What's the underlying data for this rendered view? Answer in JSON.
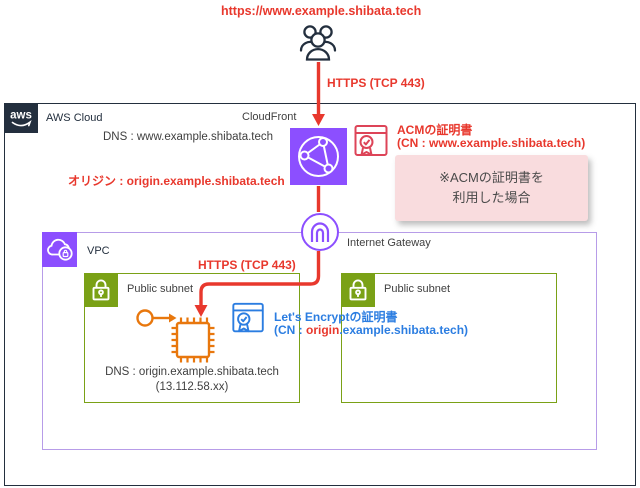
{
  "top": {
    "url": "https://www.example.shibata.tech",
    "https_label": "HTTPS (TCP 443)"
  },
  "aws_cloud": {
    "logo": "aws",
    "label": "AWS Cloud"
  },
  "cloudfront": {
    "label": "CloudFront",
    "dns": "DNS : www.example.shibata.tech",
    "origin_label": "オリジン : origin.example.shibata.tech"
  },
  "acm": {
    "title": "ACMの証明書",
    "cn": "(CN : www.example.shibata.tech)"
  },
  "note": {
    "line1": "※ACMの証明書を",
    "line2": "利用した場合"
  },
  "internet_gateway": {
    "label": "Internet Gateway"
  },
  "vpc": {
    "label": "VPC",
    "https_label": "HTTPS (TCP 443)"
  },
  "subnet1": {
    "label": "Public subnet",
    "dns": "DNS : origin.example.shibata.tech",
    "ip": "(13.112.58.xx)"
  },
  "lets_encrypt": {
    "title": "Let's Encryptの証明書",
    "cn_prefix": "(CN : ",
    "cn_highlight": "origin",
    "cn_suffix": ".example.shibata.tech)"
  },
  "subnet2": {
    "label": "Public subnet"
  },
  "colors": {
    "red": "#e8382d",
    "acm_red": "#dd4458",
    "purple": "#8c4fff",
    "vpc_border": "#b79ce8",
    "green": "#7aa116",
    "orange": "#e8770d",
    "blue": "#2b7de1",
    "navy": "#232f3e",
    "note_bg": "#f9dcde",
    "note_text": "#4a4a4a",
    "gray_text": "#3f3f3f"
  },
  "icons": {
    "users": "users-icon",
    "aws_logo": "aws-logo-icon",
    "cloudfront": "cloudfront-icon",
    "acm_certificate": "certificate-icon",
    "internet_gateway": "internet-gateway-icon",
    "vpc": "vpc-cloud-icon",
    "public_subnet": "lock-icon",
    "ec2_instance": "ec2-chip-icon",
    "lets_encrypt_certificate": "certificate-icon"
  }
}
